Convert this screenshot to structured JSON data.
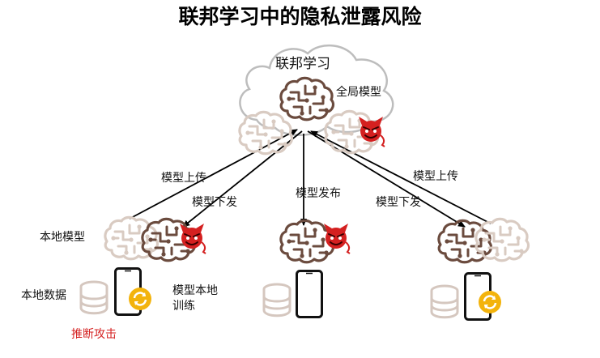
{
  "title": "联邦学习中的隐私泄露风险",
  "labels": {
    "federated_learning": "联邦学习",
    "global_model": "全局模型",
    "model_upload_left": "模型上传",
    "model_download_left": "模型下发",
    "model_publish": "模型发布",
    "model_download_right": "模型下发",
    "model_upload_right": "模型上传",
    "local_model": "本地模型",
    "local_data": "本地数据",
    "local_training": "模型本地\n训练",
    "inference_attack": "推断攻击"
  },
  "colors": {
    "brain_dark": "#6b4b3e",
    "brain_faded": "#d9cbc2",
    "attacker_red": "#d42020",
    "cycle_orange": "#f3b30c",
    "attack_text": "#d42020",
    "cloud_stroke": "#bdbdbd",
    "db_color": "#d5c7bf"
  },
  "icons": [
    "cloud-icon",
    "neural-net-icon",
    "attacker-devil-icon",
    "smartphone-icon",
    "database-icon",
    "sync-cycle-icon"
  ]
}
